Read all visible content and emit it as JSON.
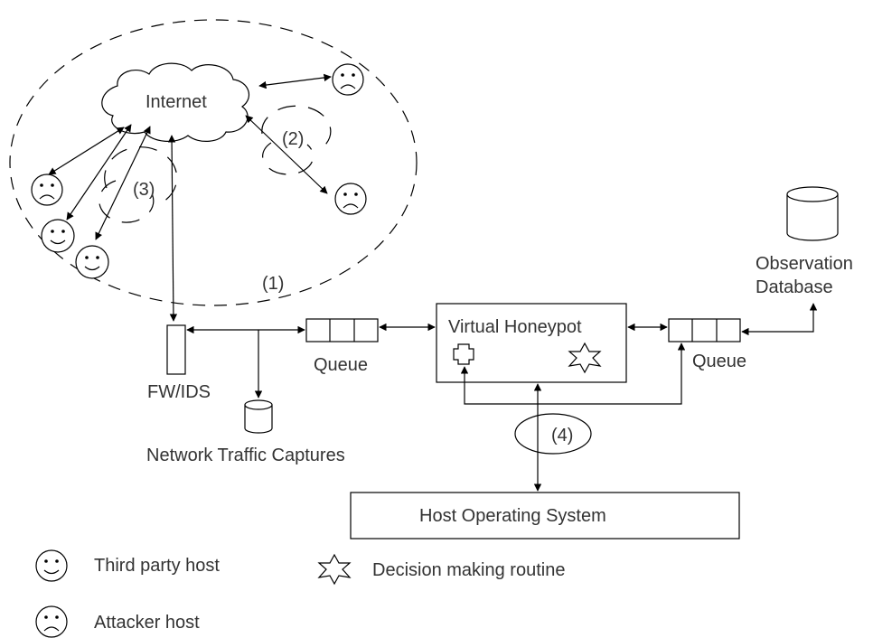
{
  "labels": {
    "internet": "Internet",
    "region1": "(1)",
    "region2": "(2)",
    "region3": "(3)",
    "region4": "(4)",
    "fw_ids": "FW/IDS",
    "queue_left": "Queue",
    "queue_right": "Queue",
    "virtual_honeypot": "Virtual Honeypot",
    "observation_line1": "Observation",
    "observation_line2": "Database",
    "network_captures": "Network Traffic Captures",
    "host_os": "Host Operating System"
  },
  "legend": {
    "third_party": "Third party host",
    "attacker": "Attacker host",
    "decision": "Decision making routine"
  },
  "icons": {
    "third_party": "smiley-face-icon",
    "attacker": "frowning-face-icon",
    "decision": "star-icon",
    "honeypot_module": "cross-icon",
    "database": "cylinder-icon"
  }
}
